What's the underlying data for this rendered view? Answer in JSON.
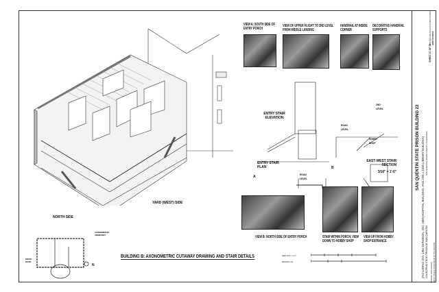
{
  "sheet": {
    "title": "BUILDING B: AXONOMETRIC CUTAWAY DRAWING AND STAIR DETAILS",
    "scale_feet": "FEET 3/16\" = 1'-0\"",
    "scale_meters": "METERS 1:64"
  },
  "axonometric": {
    "yard_label": "YARD (WEST) SIDE",
    "north_label": "NORTH SIDE"
  },
  "key_plan": {
    "viewpoint_label": "AXONOMETRIC VIEWPOINT",
    "entry_stair_label": "ENTRY STAIR",
    "north_arrow": "N"
  },
  "photos_top": [
    {
      "caption": "VIEW A: SOUTH SIDE OF ENTRY PORCH"
    },
    {
      "caption": "VIEW OF UPPER FLIGHT TO 2ND LEVEL FROM MIDDLE LANDING"
    },
    {
      "caption": "HANDRAIL AT INSIDE CORNER"
    },
    {
      "caption": "DECORATIVE HANDRAIL SUPPORTS"
    }
  ],
  "photos_bottom": [
    {
      "caption": "VIEW B: NORTH SIDE OF ENTRY PORCH"
    },
    {
      "caption": "STAIR WITHIN PORCH, VIEW DOWN TO HOBBY SHOP"
    },
    {
      "caption": "VIEW UP FROM HOBBY SHOP ENTRANCE"
    }
  ],
  "details": {
    "elevation_label": "ENTRY STAIR ELEVATION",
    "plan_label": "ENTRY STAIR PLAN",
    "section_label": "EAST-WEST STAIR SECTION",
    "section_scale": "3/16\" = 1'-0\"",
    "road_level": "ROAD LEVEL",
    "second_level": "2ND LEVEL",
    "hobby_shop": "HOBBY SHOP",
    "marker_a": "A",
    "marker_b": "B"
  },
  "title_block": {
    "project": "SAN QUENTIN STATE PRISON BUILDING 22",
    "subtitle": "(INCLUDING 22A: 1854 DUNGEON, 22C: 1885 HOSPITAL BUILDING, AND 22D: c.1930 LIBRARY BUILDING)",
    "location": "CALIFORNIA STATE PRISON AT SAN QUENTIN",
    "county": "SAN QUENTIN, MARIN COUNTY, CALIFORNIA",
    "sheet": "SHEET 21 OF 25",
    "survey": "HISTORIC AMERICAN BUILDINGS SURVEY",
    "habs_no": "HABS CA-2695-B",
    "agency_1": "NATIONAL PARK SERVICE",
    "agency_2": "UNITED STATES DEPARTMENT OF THE INTERIOR"
  }
}
